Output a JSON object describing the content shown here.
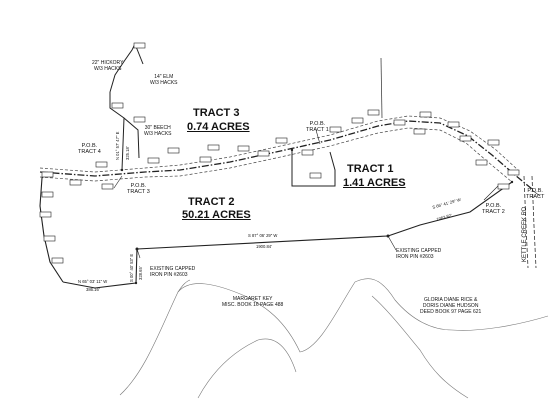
{
  "tracts": {
    "tract1": {
      "title": "TRACT 1",
      "acres": "1.41 ACRES"
    },
    "tract2": {
      "title": "TRACT 2",
      "acres": "50.21 ACRES"
    },
    "tract3": {
      "title": "TRACT 3",
      "acres": "0.74 ACRES"
    }
  },
  "pob": {
    "tract1": "P.O.B.\nTRACT 1",
    "tract2": "P.O.B.\nTRACT 2",
    "tract3": "P.O.B.\nTRACT 3",
    "tract4": "P.O.B.\nTRACT 4",
    "east": "P.O.B.\nTRACT"
  },
  "trees": {
    "hickory": "22\" HICKORY\nW/3 HACKS",
    "elm": "14\" ELM\nW/3 HACKS",
    "beech": "30\" BEECH\nW/3 HACKS"
  },
  "pins": {
    "west": "EXISTING CAPPED\nIRON PIN #2603",
    "center": "EXISTING CAPPED\nIRON PIN #2603"
  },
  "owners": {
    "key": "MARGARET KEY\nMISC. BOOK 16 PAGE 488",
    "rice_hudson": "GLORIA DIANE RICE &\nDORIS DIANE HUDSON\nDEED BOOK 97 PAGE 621"
  },
  "road": {
    "name": "KETTLE CREEK RD"
  },
  "bearings": {
    "south_line": "S 87° 06' 29\" W",
    "south_line_dist": "1900.84'",
    "east_line": "S 66° 41' 29\" W",
    "east_line_dist": "1063.82'",
    "west_vertical": "S 00° 40' 53\" E",
    "west_vertical_dist": "328.65'",
    "southwest": "N 65° 03' 11\" W",
    "southwest_dist": "386.16'",
    "tract3_west": "N 01° 57' 47\" E",
    "tract3_west_dist": "325.18'"
  }
}
